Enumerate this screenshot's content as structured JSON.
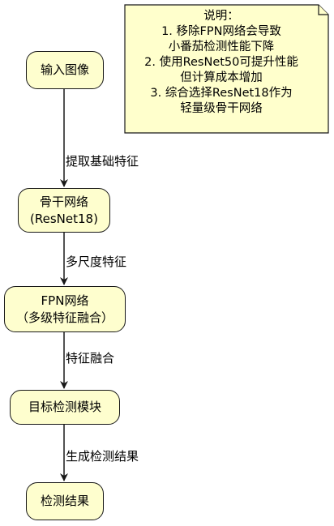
{
  "note": {
    "title": "说明：",
    "lines": [
      "1. 移除FPN网络会导致",
      "小番茄检测性能下降",
      "2. 使用ResNet50可提升性能",
      "但计算成本增加",
      "3. 综合选择ResNet18作为",
      "轻量级骨干网络"
    ]
  },
  "nodes": {
    "input_image": "输入图像",
    "backbone_line1": "骨干网络",
    "backbone_line2": "(ResNet18)",
    "fpn_line1": "FPN网络",
    "fpn_line2": "（多级特征融合）",
    "detect_module": "目标检测模块",
    "result": "检测结果"
  },
  "edges": {
    "e1": "提取基础特征",
    "e2": "多尺度特征",
    "e3": "特征融合",
    "e4": "生成检测结果"
  },
  "colors": {
    "node_fill": "#fefece",
    "note_fill": "#ffffcc",
    "stroke": "#181818"
  }
}
